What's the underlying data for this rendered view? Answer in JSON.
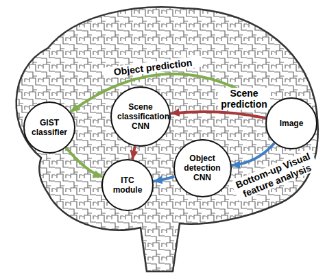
{
  "diagram": {
    "nodes": [
      {
        "text": [
          "GIST classifier"
        ]
      },
      {
        "text": [
          "Scene classification CNN"
        ]
      },
      {
        "text": [
          "Image"
        ]
      },
      {
        "text": [
          "ITC module"
        ]
      },
      {
        "text": [
          "Object detection CNN"
        ]
      }
    ],
    "edges": [
      {
        "from": 2,
        "to": 0,
        "label": "Object prediction",
        "arrow": "to"
      },
      {
        "from": 2,
        "to": 1,
        "label": "Scene prediction",
        "arrow": "to"
      },
      {
        "from": 2,
        "to": 4,
        "label": "Bottom-up Visual feature analysis",
        "arrow": "to"
      },
      {
        "from": 0,
        "to": 3,
        "arrow": "to"
      },
      {
        "from": 1,
        "to": 3,
        "arrow": "to"
      },
      {
        "from": 4,
        "to": 3,
        "arrow": "to"
      }
    ]
  }
}
